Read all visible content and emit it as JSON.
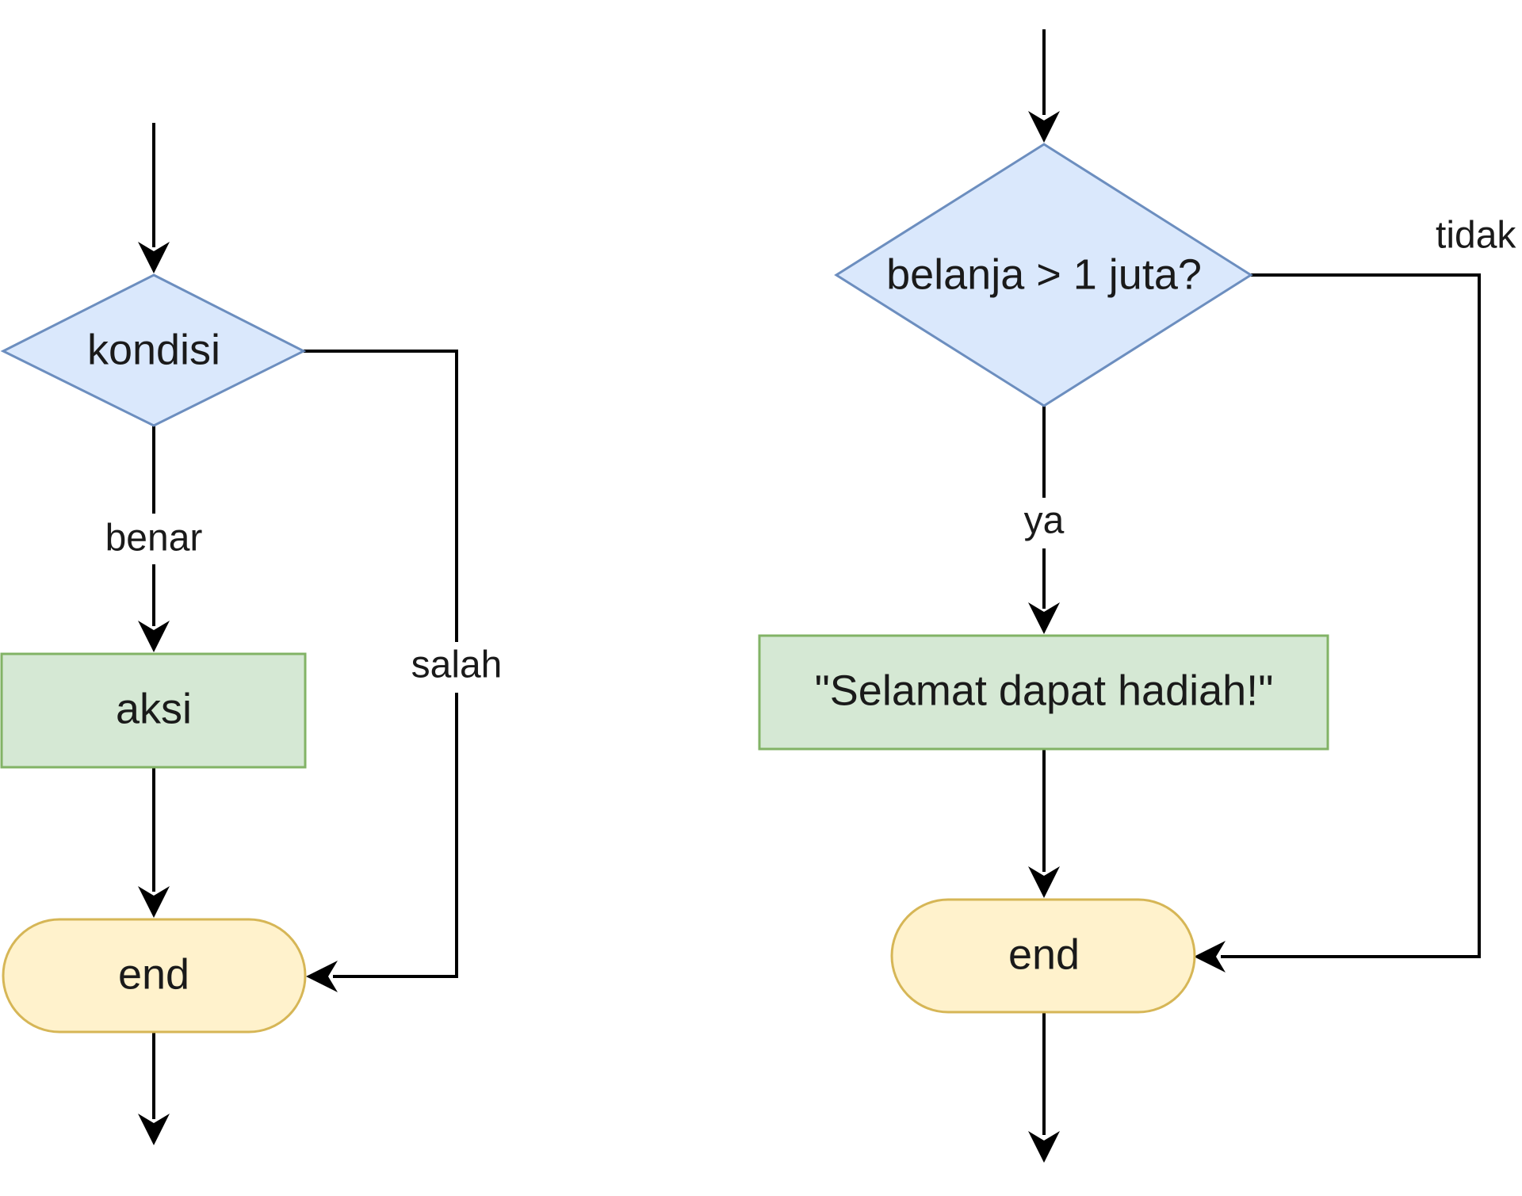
{
  "colors": {
    "decision_fill": "#dae8fc",
    "decision_stroke": "#6c8ebf",
    "process_fill": "#d5e8d4",
    "process_stroke": "#82b366",
    "terminal_fill": "#fff2cc",
    "terminal_stroke": "#d6b656",
    "line": "#000000",
    "label_background": "#ffffff"
  },
  "left_flow": {
    "decision": "kondisi",
    "true_label": "benar",
    "false_label": "salah",
    "action": "aksi",
    "terminal": "end"
  },
  "right_flow": {
    "decision": "belanja > 1 juta?",
    "true_label": "ya",
    "false_label": "tidak",
    "action": "\"Selamat dapat hadiah!\"",
    "terminal": "end"
  }
}
